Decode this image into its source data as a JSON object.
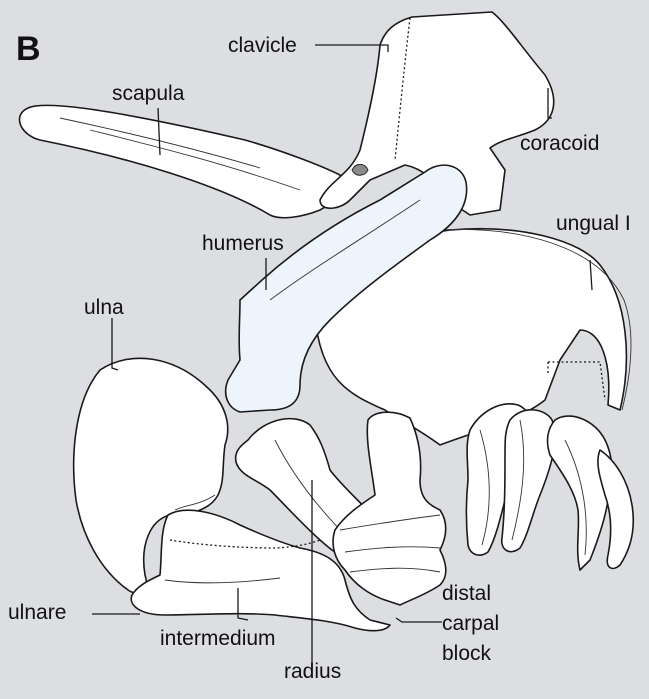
{
  "panel": "B",
  "labels": {
    "clavicle": "clavicle",
    "scapula": "scapula",
    "coracoid": "coracoid",
    "ungual": "ungual I",
    "humerus": "humerus",
    "ulna": "ulna",
    "ulnare": "ulnare",
    "intermedium": "intermedium",
    "radius": "radius",
    "distal_carpal_block": [
      "distal",
      "carpal",
      "block"
    ]
  }
}
